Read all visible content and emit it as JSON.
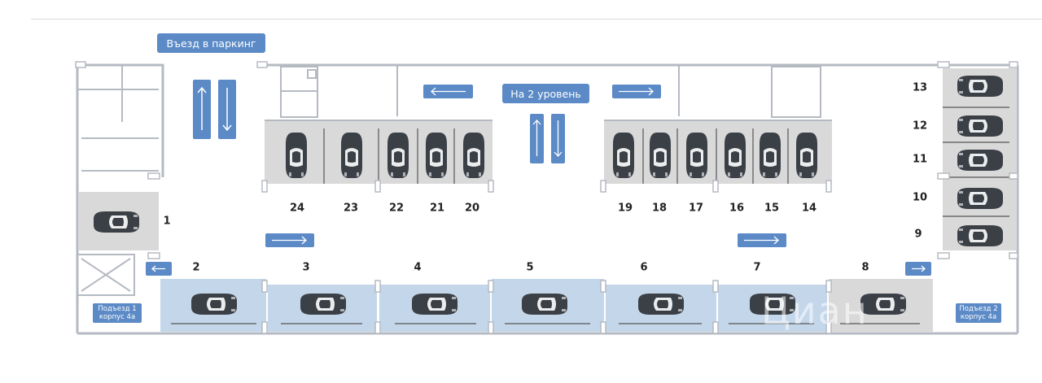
{
  "labels": {
    "entry": "Въезд в паркинг",
    "level2": "На 2 уровень",
    "entrance1_line1": "Подъезд 1",
    "entrance1_line2": "корпус 4а",
    "entrance2_line1": "Подъезд 2",
    "entrance2_line2": "корпус 4а",
    "watermark": "Циан"
  },
  "colors": {
    "wall": "#b5bac2",
    "space_gray": "#d9d9d9",
    "space_blue": "#c4d6ea",
    "accent": "#5b8ac6",
    "car": "#3b3f46"
  },
  "icons": {
    "car": "car-top-view-icon",
    "arrow": "direction-arrow-icon"
  },
  "spots": [
    {
      "num": "1",
      "color": "gray"
    },
    {
      "num": "2",
      "color": "blue"
    },
    {
      "num": "3",
      "color": "blue"
    },
    {
      "num": "4",
      "color": "blue"
    },
    {
      "num": "5",
      "color": "blue"
    },
    {
      "num": "6",
      "color": "blue"
    },
    {
      "num": "7",
      "color": "blue"
    },
    {
      "num": "8",
      "color": "gray"
    },
    {
      "num": "9",
      "color": "gray"
    },
    {
      "num": "10",
      "color": "gray"
    },
    {
      "num": "11",
      "color": "gray"
    },
    {
      "num": "12",
      "color": "gray"
    },
    {
      "num": "13",
      "color": "gray"
    },
    {
      "num": "14",
      "color": "gray"
    },
    {
      "num": "15",
      "color": "gray"
    },
    {
      "num": "16",
      "color": "gray"
    },
    {
      "num": "17",
      "color": "gray"
    },
    {
      "num": "18",
      "color": "gray"
    },
    {
      "num": "19",
      "color": "gray"
    },
    {
      "num": "20",
      "color": "gray"
    },
    {
      "num": "21",
      "color": "gray"
    },
    {
      "num": "22",
      "color": "gray"
    },
    {
      "num": "23",
      "color": "gray"
    },
    {
      "num": "24",
      "color": "gray"
    }
  ]
}
